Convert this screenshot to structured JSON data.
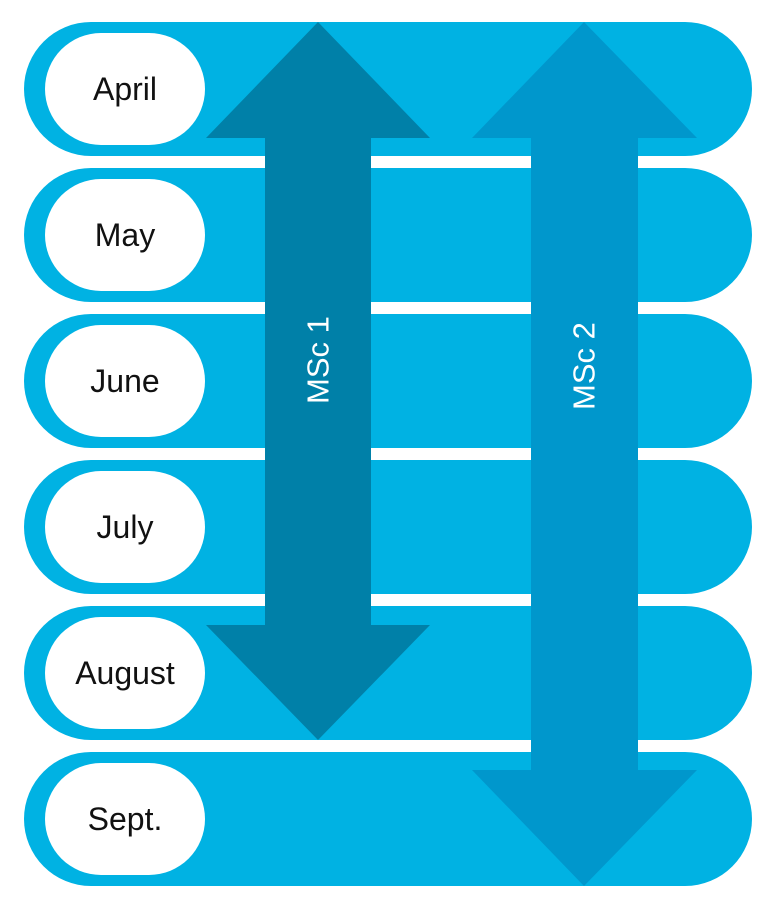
{
  "rows": [
    {
      "label": "April"
    },
    {
      "label": "May"
    },
    {
      "label": "June"
    },
    {
      "label": "July"
    },
    {
      "label": "August"
    },
    {
      "label": "Sept."
    }
  ],
  "arrows": [
    {
      "label": "MSc 1",
      "start_month": "April",
      "end_month": "August"
    },
    {
      "label": "MSc 2",
      "start_month": "April",
      "end_month": "Sept."
    }
  ],
  "colors": {
    "row_fill": "#00b2e3",
    "pill_fill": "#ffffff",
    "arrow_msc1": "#0080a8",
    "arrow_msc2": "#0097cc",
    "background": "#ffffff"
  }
}
